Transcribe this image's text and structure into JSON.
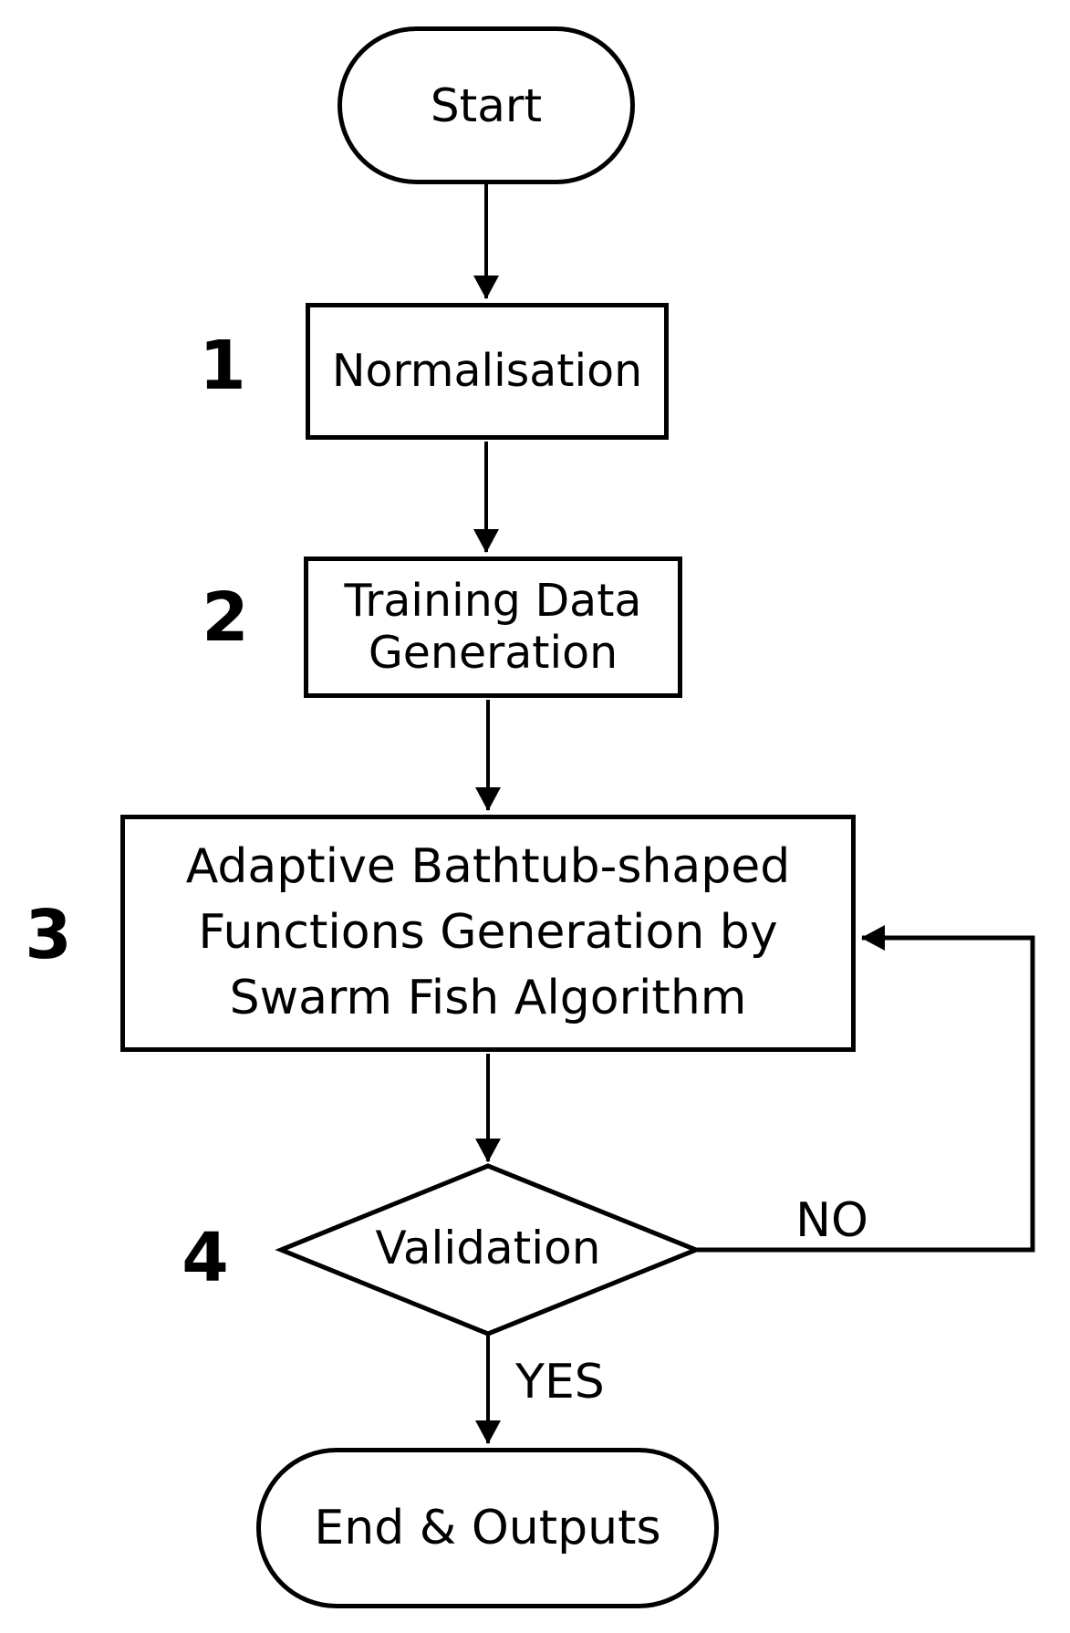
{
  "flowchart": {
    "nodes": {
      "start": {
        "label": "Start"
      },
      "normalisation": {
        "step": "1",
        "lines": [
          "Normalisation"
        ]
      },
      "training": {
        "step": "2",
        "lines": [
          "Training Data",
          "Generation"
        ]
      },
      "adaptive": {
        "step": "3",
        "lines": [
          "Adaptive Bathtub-shaped",
          "Functions Generation by",
          "Swarm Fish Algorithm"
        ]
      },
      "validation": {
        "step": "4",
        "label": "Validation"
      },
      "end": {
        "label": "End & Outputs"
      }
    },
    "edges": {
      "no": "NO",
      "yes": "YES"
    },
    "colors": {
      "stroke": "#000000",
      "fill": "#ffffff"
    }
  }
}
